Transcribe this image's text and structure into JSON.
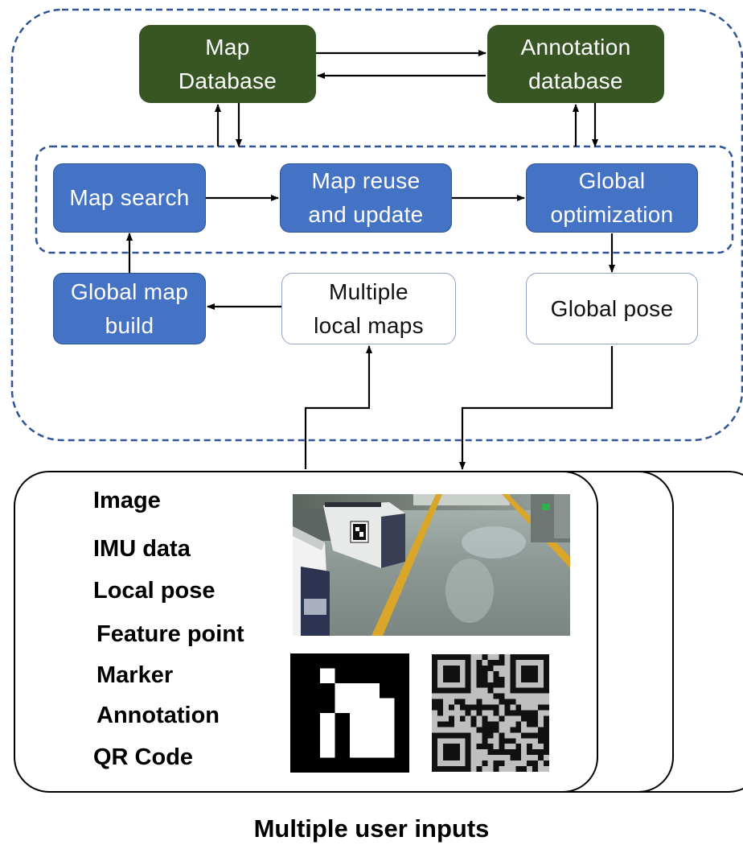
{
  "boxes": {
    "map_database": "Map\nDatabase",
    "annotation_database": "Annotation\ndatabase",
    "map_search": "Map search",
    "map_reuse": "Map reuse\nand update",
    "global_optimization": "Global\noptimization",
    "global_map_build": "Global map\nbuild",
    "multiple_local_maps": "Multiple\nlocal maps",
    "global_pose": "Global pose"
  },
  "inputs": {
    "items": [
      "Image",
      "IMU data",
      "Local pose",
      "Feature point",
      "Marker",
      "Annotation",
      "QR Code"
    ],
    "photo_icon": "factory-floor-photo",
    "marker_icon": "aruco-marker",
    "qr_icon": "qr-code"
  },
  "caption": "Multiple user inputs",
  "colors": {
    "database_fill": "#375623",
    "module_fill": "#4472c4",
    "dashed_border": "#2f5597",
    "arrow": "#000000"
  }
}
